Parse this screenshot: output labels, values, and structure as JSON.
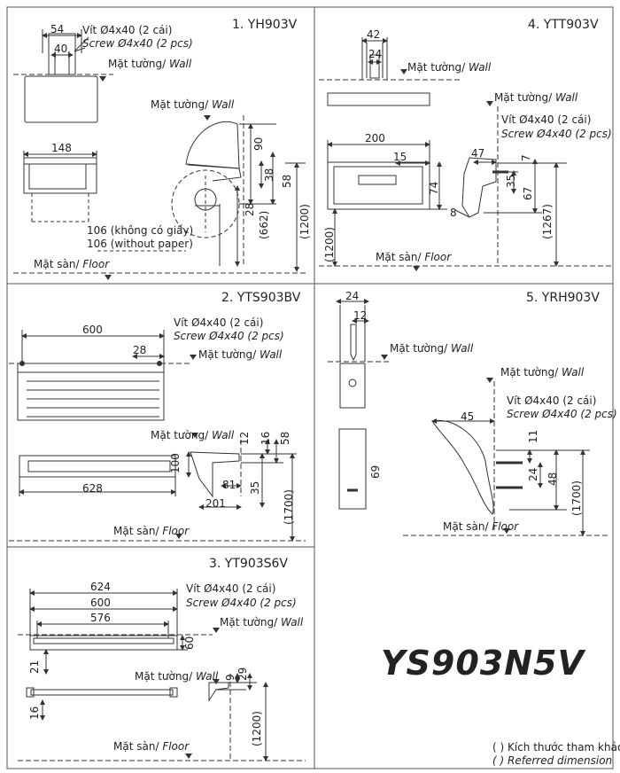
{
  "labels": {
    "wall": "Mặt tường/",
    "wall_en": "Wall",
    "floor": "Mặt sàn/",
    "floor_en": "Floor",
    "vit": "Vít Ø4x40 (2 cái)",
    "screw": "Screw Ø4x40 (2 pcs)"
  },
  "model": "YS903N5V",
  "legend": {
    "vi": "( ) Kích thước tham khảo",
    "en": "( ) Referred dimension"
  },
  "panels": {
    "p1": {
      "title": "1. YH903V",
      "dims": {
        "d54": "54",
        "d40": "40",
        "d148": "148",
        "d90": "90",
        "d38": "38",
        "d58": "58",
        "d28": "28",
        "d662": "(662)",
        "d1200": "(1200)"
      },
      "note_vi": "106 (không có giấy)",
      "note_en": "106 (without paper)"
    },
    "p4": {
      "title": "4. YTT903V",
      "dims": {
        "d42": "42",
        "d24": "24",
        "d200": "200",
        "d15": "15",
        "d74": "74",
        "d47": "47",
        "d7": "7",
        "d35": "35",
        "d67": "67",
        "d8": "8",
        "d1267": "(1267)"
      }
    },
    "p2": {
      "title": "2. YTS903BV",
      "dims": {
        "d600": "600",
        "d28": "28",
        "d628": "628",
        "d100": "100",
        "d12": "12",
        "d16": "16",
        "d58": "58",
        "d81": "81",
        "d35": "35",
        "d201": "201",
        "d1700": "(1700)"
      }
    },
    "p5": {
      "title": "5. YRH903V",
      "dims": {
        "d24": "24",
        "d12": "12",
        "d69": "69",
        "d45": "45",
        "d11": "11",
        "d24b": "24",
        "d48": "48",
        "d1700": "(1700)"
      }
    },
    "p3": {
      "title": "3. YT903S6V",
      "dims": {
        "d624": "624",
        "d600": "600",
        "d576": "576",
        "d60": "60",
        "d21": "21",
        "d16": "16",
        "d9": "9",
        "d29": "29",
        "d1200": "(1200)"
      }
    }
  }
}
